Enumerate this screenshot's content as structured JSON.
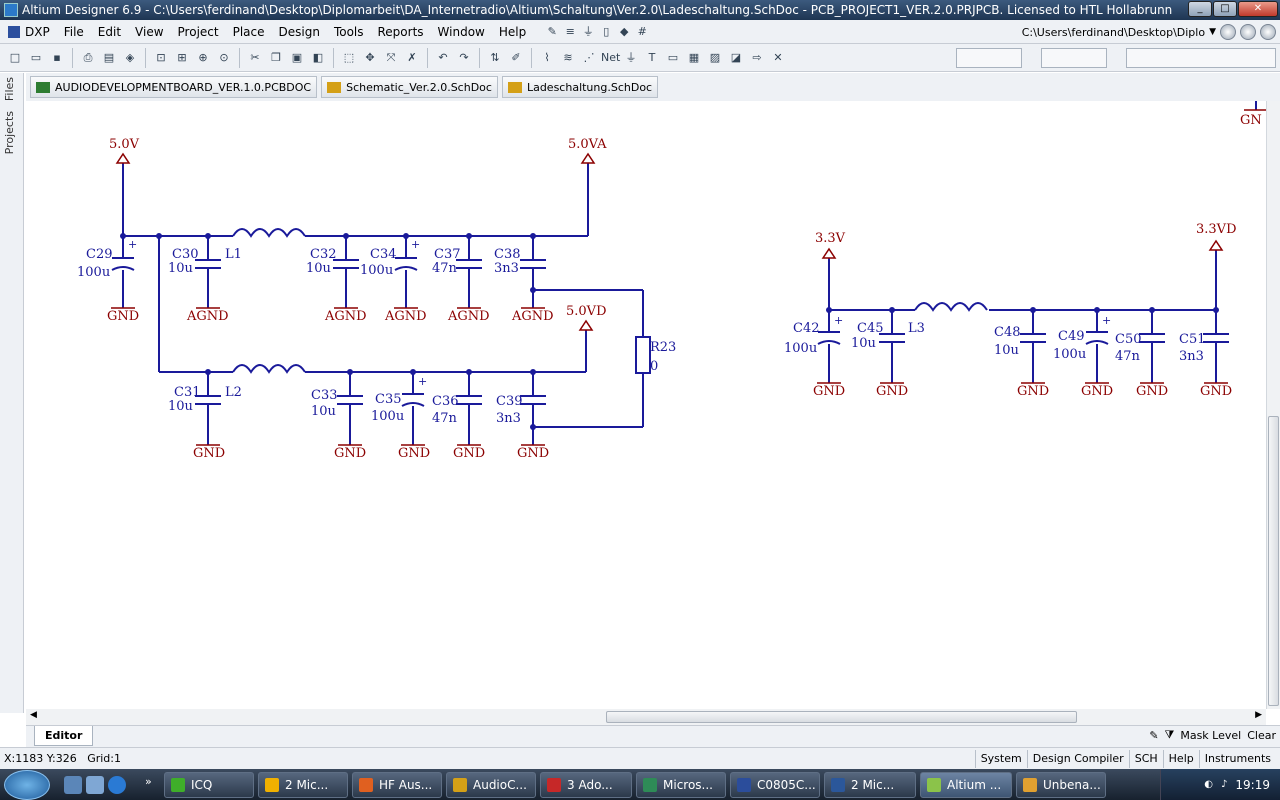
{
  "window": {
    "title": "Altium Designer 6.9 - C:\\Users\\ferdinand\\Desktop\\Diplomarbeit\\DA_Internetradio\\Altium\\Schaltung\\Ver.2.0\\Ladeschaltung.SchDoc - PCB_PROJECT1_VER.2.0.PRJPCB. Licensed to HTL Hollabrunn",
    "minimize": "_",
    "maximize": "□",
    "close": "✕"
  },
  "menu": {
    "dxp": "DXP",
    "items": [
      "File",
      "Edit",
      "View",
      "Project",
      "Place",
      "Design",
      "Tools",
      "Reports",
      "Window",
      "Help"
    ],
    "path": "C:\\Users\\ferdinand\\Desktop\\Diplo"
  },
  "doc_tabs": [
    {
      "label": "AUDIODEVELOPMENTBOARD_VER.1.0.PCBDOC",
      "color": "#2e7d32"
    },
    {
      "label": "Schematic_Ver.2.0.SchDoc",
      "color": "#d4a017"
    },
    {
      "label": "Ladeschaltung.SchDoc",
      "color": "#d4a017"
    }
  ],
  "side_tabs": {
    "files": "Files",
    "projects": "Projects"
  },
  "schematic": {
    "wire_color": "#1a1a9a",
    "label_color": "#8b0000",
    "power": {
      "v50": "5.0V",
      "v50a": "5.0VA",
      "v50d": "5.0VD",
      "v33": "3.3V",
      "v33d": "3.3VD",
      "gnd_topright": "GN"
    },
    "components_left_top": [
      {
        "ref": "C29",
        "value": "100u",
        "gnd": "GND"
      },
      {
        "ref": "C30",
        "value": "10u",
        "gnd": "AGND"
      },
      {
        "ref": "L1",
        "value": "",
        "gnd": ""
      },
      {
        "ref": "C32",
        "value": "10u",
        "gnd": "AGND"
      },
      {
        "ref": "C34",
        "value": "100u",
        "gnd": "AGND"
      },
      {
        "ref": "C37",
        "value": "47n",
        "gnd": "AGND"
      },
      {
        "ref": "C38",
        "value": "3n3",
        "gnd": "AGND"
      }
    ],
    "components_left_bottom": [
      {
        "ref": "C31",
        "value": "10u",
        "gnd": "GND"
      },
      {
        "ref": "L2",
        "value": "",
        "gnd": ""
      },
      {
        "ref": "C33",
        "value": "10u",
        "gnd": "GND"
      },
      {
        "ref": "C35",
        "value": "100u",
        "gnd": "GND"
      },
      {
        "ref": "C36",
        "value": "47n",
        "gnd": "GND"
      },
      {
        "ref": "C39",
        "value": "3n3",
        "gnd": "GND"
      }
    ],
    "resistor": {
      "ref": "R23",
      "value": "0"
    },
    "components_right": [
      {
        "ref": "C42",
        "value": "100u",
        "gnd": "GND"
      },
      {
        "ref": "C45",
        "value": "10u",
        "gnd": "GND"
      },
      {
        "ref": "L3",
        "value": "",
        "gnd": ""
      },
      {
        "ref": "C48",
        "value": "10u",
        "gnd": "GND"
      },
      {
        "ref": "C49",
        "value": "100u",
        "gnd": "GND"
      },
      {
        "ref": "C50",
        "value": "47n",
        "gnd": "GND"
      },
      {
        "ref": "C51",
        "value": "3n3",
        "gnd": "GND"
      }
    ]
  },
  "editor_tab": "Editor",
  "mask": {
    "label": "Mask Level",
    "clear": "Clear"
  },
  "status": {
    "coords": "X:1183 Y:326",
    "grid": "Grid:1",
    "buttons": [
      "System",
      "Design Compiler",
      "SCH",
      "Help",
      "Instruments"
    ]
  },
  "taskbar": {
    "items": [
      {
        "label": "ICQ",
        "color": "#3fae2a"
      },
      {
        "label": "2 Mic...",
        "color": "#f0b000"
      },
      {
        "label": "HF Aus...",
        "color": "#e06020"
      },
      {
        "label": "AudioC...",
        "color": "#d4a017"
      },
      {
        "label": "3 Ado...",
        "color": "#c62828"
      },
      {
        "label": "Micros...",
        "color": "#2e8b57"
      },
      {
        "label": "C0805C...",
        "color": "#2b4d9b"
      },
      {
        "label": "2 Mic...",
        "color": "#2b579a"
      },
      {
        "label": "Altium ...",
        "color": "#8bc34a"
      },
      {
        "label": "Unbena...",
        "color": "#e0a030"
      }
    ],
    "clock": "19:19"
  }
}
